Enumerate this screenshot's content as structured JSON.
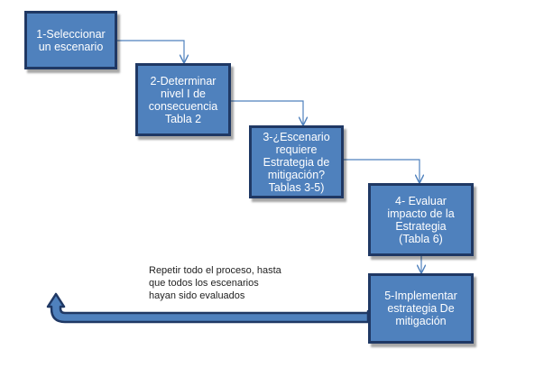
{
  "steps": [
    {
      "label": "1-Seleccionar\nun escenario"
    },
    {
      "label": "2-Determinar\nnivel I de\nconsecuencia\nTabla 2"
    },
    {
      "label": "3-¿Escenario\nrequiere\nEstrategia de\nmitigación?\nTablas 3-5)"
    },
    {
      "label": "4- Evaluar\nimpacto de la\nEstrategia\n(Tabla 6)"
    },
    {
      "label": "5-Implementar\nestrategia De\nmitigación"
    }
  ],
  "note": "Repetir todo el proceso, hasta\nque todos los escenarios\nhayan sido evaluados",
  "colors": {
    "box_fill": "#4f81bd",
    "box_border": "#1f3864",
    "connector": "#4f81bd",
    "return_arrow": "#1f3864"
  }
}
